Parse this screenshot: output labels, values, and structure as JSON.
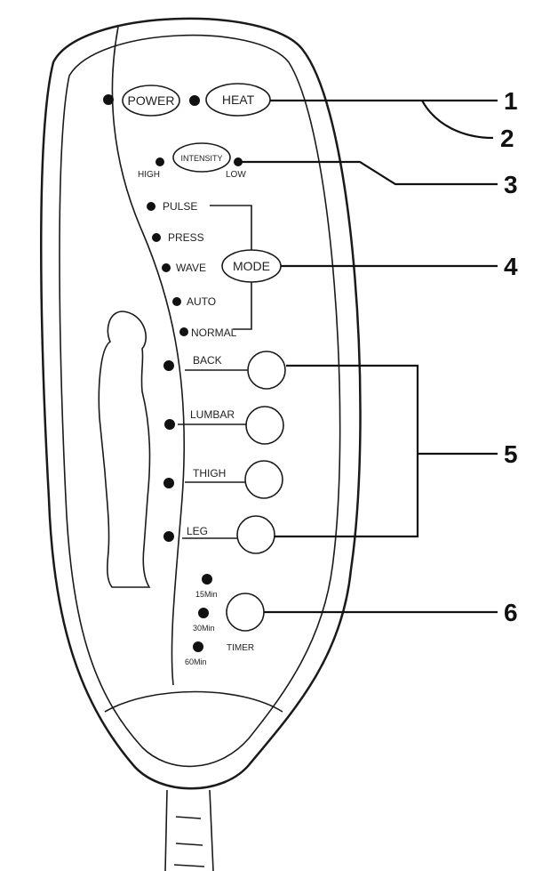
{
  "remote": {
    "power_label": "POWER",
    "heat_label": "HEAT",
    "intensity_label": "INTENSITY",
    "intensity_high": "HIGH",
    "intensity_low": "LOW",
    "mode_label": "MODE",
    "modes": [
      "PULSE",
      "PRESS",
      "WAVE",
      "AUTO",
      "NORMAL"
    ],
    "zones": [
      "BACK",
      "LUMBAR",
      "THIGH",
      "LEG"
    ],
    "timer_label": "TIMER",
    "timer_options": [
      "15Min",
      "30Min",
      "60Min"
    ]
  },
  "callouts": [
    "1",
    "2",
    "3",
    "4",
    "5",
    "6"
  ]
}
